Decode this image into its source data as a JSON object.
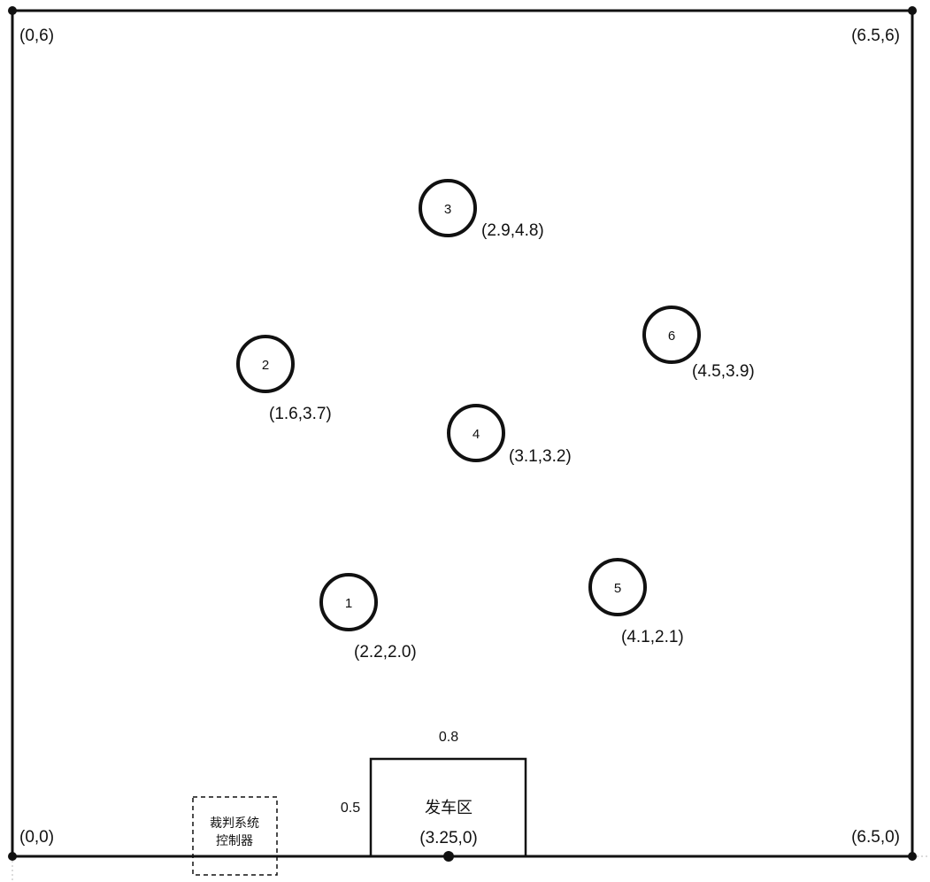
{
  "field": {
    "corners": [
      {
        "id": "top-left",
        "label": "(0,6)"
      },
      {
        "id": "top-right",
        "label": "(6.5,6)"
      },
      {
        "id": "bottom-left",
        "label": "(0,0)"
      },
      {
        "id": "bottom-right",
        "label": "(6.5,0)"
      }
    ]
  },
  "targets": [
    {
      "id": "1",
      "number": "1",
      "x": 2.2,
      "y": 2.0,
      "label": "(2.2,2.0)"
    },
    {
      "id": "2",
      "number": "2",
      "x": 1.6,
      "y": 3.7,
      "label": "(1.6,3.7)"
    },
    {
      "id": "3",
      "number": "3",
      "x": 2.9,
      "y": 4.8,
      "label": "(2.9,4.8)"
    },
    {
      "id": "4",
      "number": "4",
      "x": 3.1,
      "y": 3.2,
      "label": "(3.1,3.2)"
    },
    {
      "id": "5",
      "number": "5",
      "x": 4.1,
      "y": 2.1,
      "label": "(4.1,2.1)"
    },
    {
      "id": "6",
      "number": "6",
      "x": 4.5,
      "y": 3.9,
      "label": "(4.5,3.9)"
    }
  ],
  "start_zone": {
    "name": "发车区",
    "position_label": "(3.25,0)",
    "width_label": "0.8",
    "height_label": "0.5"
  },
  "referee_box": {
    "line1": "裁判系统",
    "line2": "控制器"
  }
}
